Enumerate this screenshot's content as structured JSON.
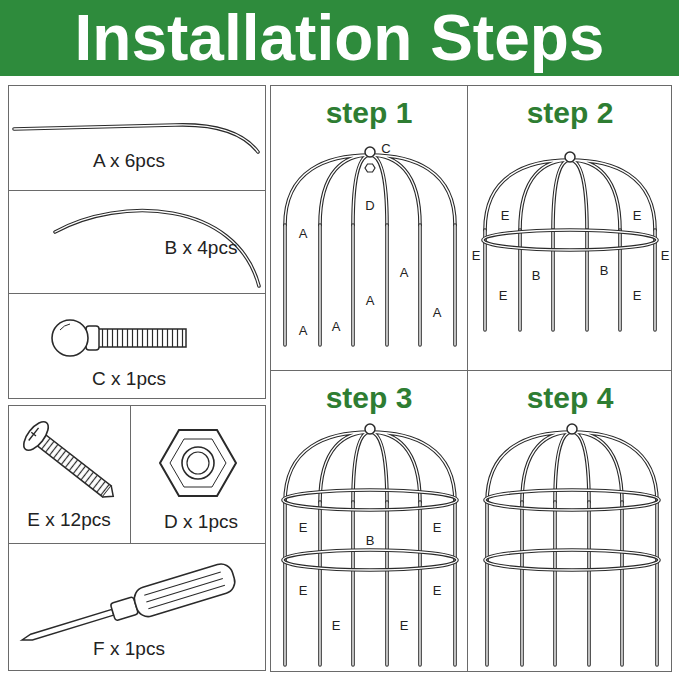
{
  "diagram": {
    "title": "Installation Steps",
    "nodes": [
      {
        "text": [
          "A x 6pcs"
        ]
      },
      {
        "text": [
          "B x 4pcs"
        ]
      },
      {
        "text": [
          "C x 1pcs"
        ]
      },
      {
        "text": [
          "E x 12pcs"
        ]
      },
      {
        "text": [
          "D x 1pcs"
        ]
      },
      {
        "text": [
          "F x 1pcs"
        ]
      },
      {
        "text": [
          "step 1"
        ]
      },
      {
        "text": [
          "step 2"
        ]
      },
      {
        "text": [
          "step 3"
        ]
      },
      {
        "text": [
          "step 4"
        ]
      }
    ],
    "labels": [
      "C",
      "D",
      "A",
      "A",
      "A",
      "A",
      "A",
      "A",
      "E",
      "E",
      "E",
      "E",
      "E",
      "E",
      "B",
      "B",
      "E",
      "E",
      "E",
      "E",
      "E",
      "E",
      "B"
    ]
  }
}
